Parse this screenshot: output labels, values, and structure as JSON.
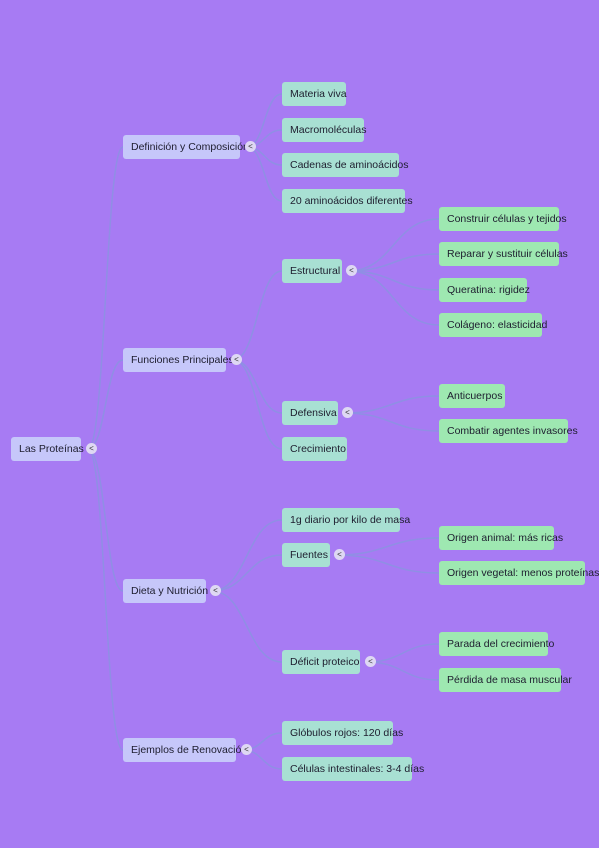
{
  "toggle_glyph": "<",
  "root": {
    "label": "Las Proteínas"
  },
  "branches": [
    {
      "label": "Definición y Composición",
      "children": [
        {
          "label": "Materia viva"
        },
        {
          "label": "Macromoléculas"
        },
        {
          "label": "Cadenas de aminoácidos"
        },
        {
          "label": "20 aminoácidos diferentes"
        }
      ]
    },
    {
      "label": "Funciones Principales",
      "children": [
        {
          "label": "Estructural",
          "children": [
            {
              "label": "Construir células y tejidos"
            },
            {
              "label": "Reparar y sustituir células"
            },
            {
              "label": "Queratina: rigidez"
            },
            {
              "label": "Colágeno: elasticidad"
            }
          ]
        },
        {
          "label": "Defensiva",
          "children": [
            {
              "label": "Anticuerpos"
            },
            {
              "label": "Combatir agentes invasores"
            }
          ]
        },
        {
          "label": "Crecimiento"
        }
      ]
    },
    {
      "label": "Dieta y Nutrición",
      "children": [
        {
          "label": "1g diario por kilo de masa"
        },
        {
          "label": "Fuentes",
          "children": [
            {
              "label": "Origen animal: más ricas"
            },
            {
              "label": "Origen vegetal: menos proteínas"
            }
          ]
        },
        {
          "label": "Déficit proteico",
          "children": [
            {
              "label": "Parada del crecimiento"
            },
            {
              "label": "Pérdida de masa muscular"
            }
          ]
        }
      ]
    },
    {
      "label": "Ejemplos de Renovación",
      "children": [
        {
          "label": "Glóbulos rojos: 120 días"
        },
        {
          "label": "Células intestinales: 3-4 días"
        }
      ]
    }
  ]
}
